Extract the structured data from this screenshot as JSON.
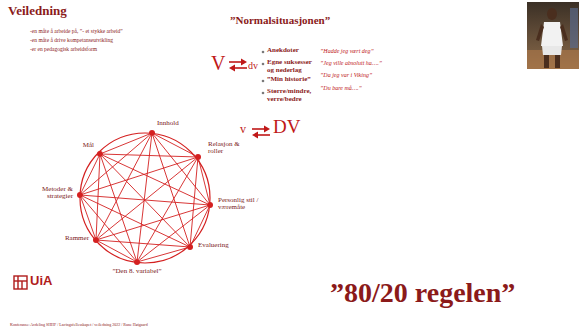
{
  "diagram": {
    "title": "Veiledning",
    "nodes": [
      {
        "text": [
          "Innhold"
        ]
      },
      {
        "text": [
          "Relasjon & roller"
        ]
      },
      {
        "text": [
          "Personlig stil / væremåte"
        ]
      },
      {
        "text": [
          "Evaluering"
        ]
      },
      {
        "text": [
          "”Den 8. variabel”"
        ]
      },
      {
        "text": [
          "Rammer"
        ]
      },
      {
        "text": [
          "Metoder & strategier"
        ]
      },
      {
        "text": [
          "Mål"
        ]
      }
    ],
    "edges": [
      {
        "from": 0,
        "to": 1,
        "arrow": "none"
      },
      {
        "from": 0,
        "to": 2,
        "arrow": "none"
      },
      {
        "from": 0,
        "to": 3,
        "arrow": "none"
      },
      {
        "from": 0,
        "to": 4,
        "arrow": "none"
      },
      {
        "from": 0,
        "to": 5,
        "arrow": "none"
      },
      {
        "from": 0,
        "to": 6,
        "arrow": "none"
      },
      {
        "from": 0,
        "to": 7,
        "arrow": "none"
      },
      {
        "from": 1,
        "to": 2,
        "arrow": "none"
      },
      {
        "from": 1,
        "to": 3,
        "arrow": "none"
      },
      {
        "from": 1,
        "to": 4,
        "arrow": "none"
      },
      {
        "from": 1,
        "to": 5,
        "arrow": "none"
      },
      {
        "from": 1,
        "to": 6,
        "arrow": "none"
      },
      {
        "from": 1,
        "to": 7,
        "arrow": "none"
      },
      {
        "from": 2,
        "to": 3,
        "arrow": "none"
      },
      {
        "from": 2,
        "to": 4,
        "arrow": "none"
      },
      {
        "from": 2,
        "to": 5,
        "arrow": "none"
      },
      {
        "from": 2,
        "to": 6,
        "arrow": "none"
      },
      {
        "from": 2,
        "to": 7,
        "arrow": "none"
      },
      {
        "from": 3,
        "to": 4,
        "arrow": "none"
      },
      {
        "from": 3,
        "to": 5,
        "arrow": "none"
      },
      {
        "from": 3,
        "to": 6,
        "arrow": "none"
      },
      {
        "from": 3,
        "to": 7,
        "arrow": "none"
      },
      {
        "from": 4,
        "to": 5,
        "arrow": "none"
      },
      {
        "from": 4,
        "to": 6,
        "arrow": "none"
      },
      {
        "from": 4,
        "to": 7,
        "arrow": "none"
      },
      {
        "from": 5,
        "to": 6,
        "arrow": "none"
      },
      {
        "from": 5,
        "to": 7,
        "arrow": "none"
      },
      {
        "from": 6,
        "to": 7,
        "arrow": "none"
      }
    ],
    "labels": [
      "-en måte å arbeide på, ”- et stykke arbeid”",
      "-en måte å drive kompetanseutvikling",
      "-er en pedagogisk arbeidsform",
      "”Normalsituasjonen”",
      "V",
      "dv",
      "Anekdoter",
      "Egne suksesser og nederlag",
      "”Min historie”",
      "Større/mindre, verre/bedre",
      "”Hadde jeg vært deg”",
      "”Jeg ville absolutt ha….”",
      "”Da jeg var i Viking”",
      "”Du bare må….”",
      "v",
      "DV",
      "UiA",
      "Konferanse: Avdeling SHHF / Læringsfellesskapet / veiledning 2022 / Rune Høigaard",
      "”80/20 regelen”"
    ]
  }
}
